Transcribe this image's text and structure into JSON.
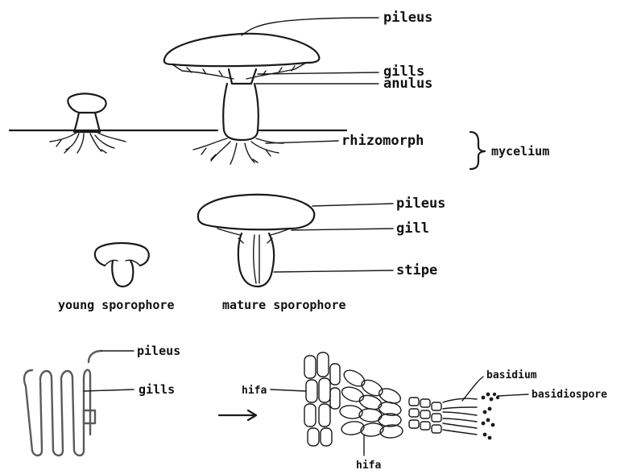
{
  "panel_top": {
    "labels": {
      "pileus": "pileus",
      "gills": "gills",
      "anulus": "anulus",
      "rhizomorph": "rhizomorph",
      "mycelium": "mycelium"
    }
  },
  "panel_middle": {
    "labels": {
      "pileus": "pileus",
      "gill": "gill",
      "stipe": "stipe",
      "young": "young sporophore",
      "mature": "mature sporophore"
    }
  },
  "panel_bottom": {
    "labels": {
      "pileus": "pileus",
      "gills": "gills",
      "hifa_left": "hifa",
      "hifa_bottom": "hifa",
      "basidium": "basidium",
      "basidiospore": "basidiospore"
    }
  },
  "colors": {
    "ink": "#1a1a1a",
    "gray_ink": "#5a5a5a",
    "background": "#ffffff"
  }
}
